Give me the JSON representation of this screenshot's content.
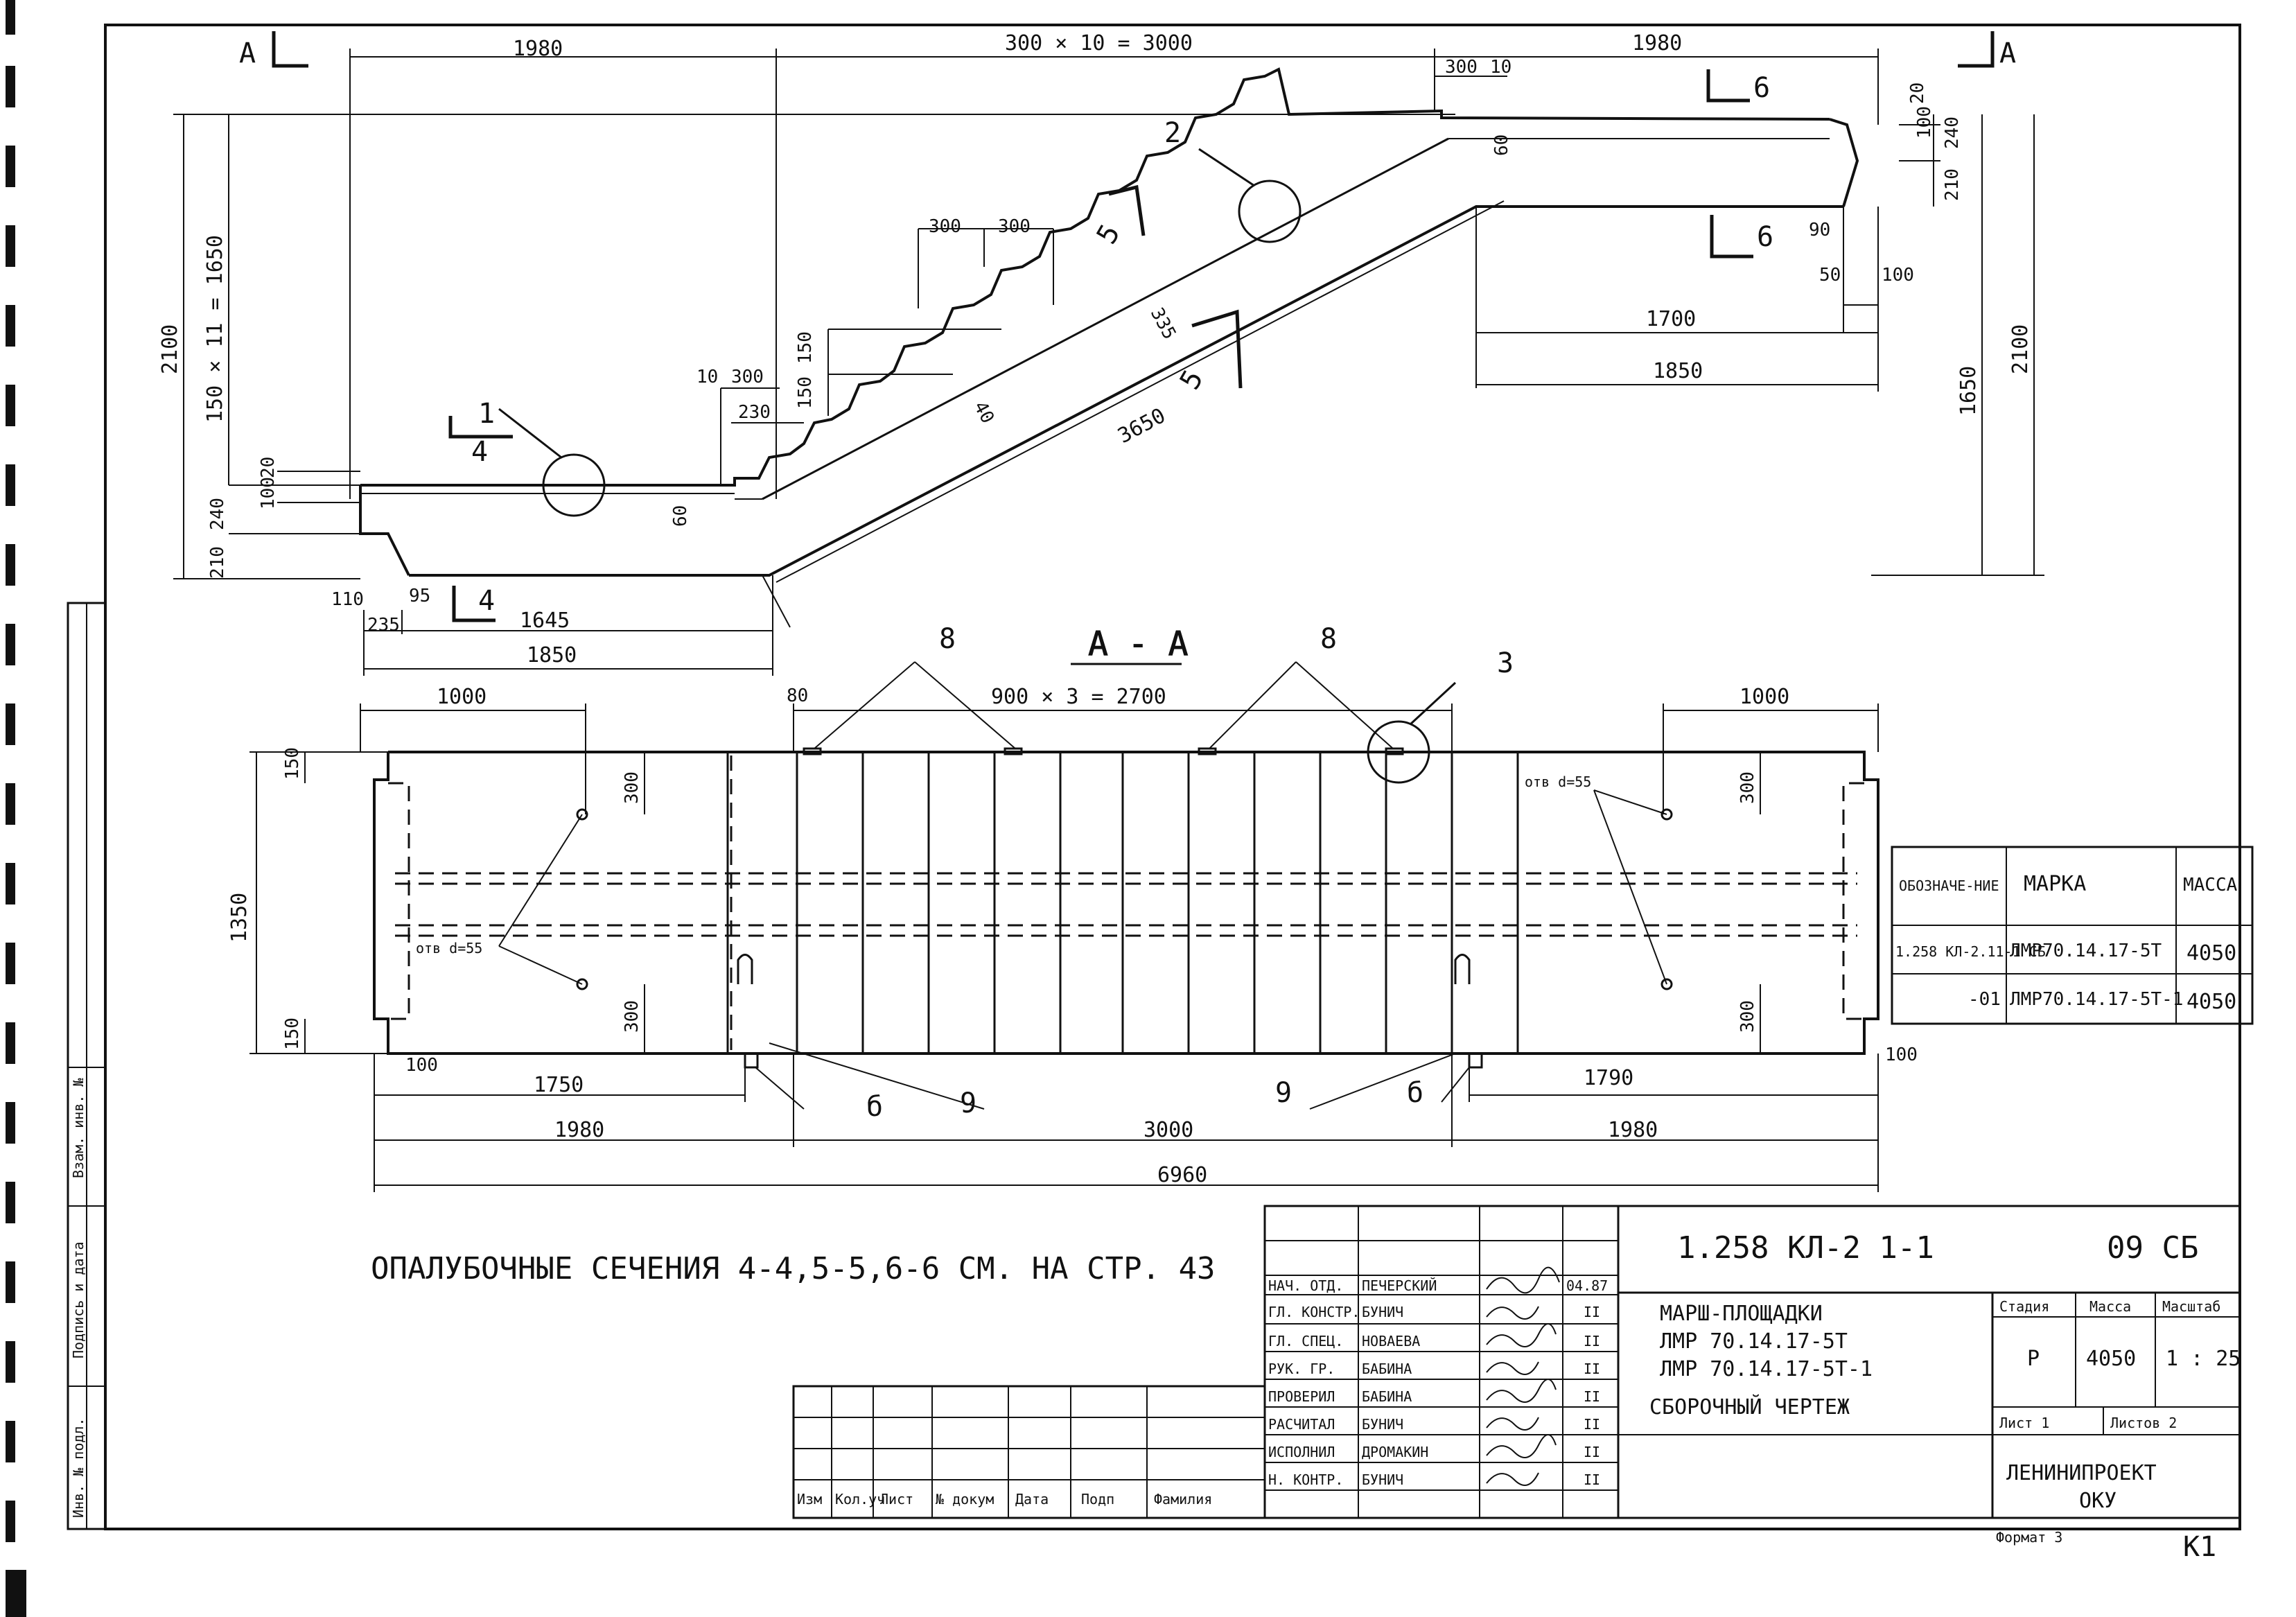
{
  "sections": {
    "view_a_left": "А",
    "view_a_right": "А",
    "aa_title": "А - А",
    "s4": "4",
    "s5": "5",
    "s6": "6"
  },
  "callouts": {
    "c1": "1",
    "c2": "2",
    "c3": "3",
    "c8a": "8",
    "c8b": "8",
    "c9a": "9",
    "c9b": "9",
    "c6a": "б",
    "c6b": "б"
  },
  "dims_top": {
    "left_landing": "1980",
    "flight": "300 × 10 = 3000",
    "right_landing": "1980",
    "d300_10": "300",
    "d10": "10",
    "h2100_left": "2100",
    "h1650_left": "150 × 11 = 1650",
    "h2100_right": "2100",
    "h1650_right": "1650",
    "d240_l": "240",
    "d100_l": "100",
    "d20_l": "20",
    "d210_l": "210",
    "d240_r": "240",
    "d100_r": "100",
    "d20_r": "20",
    "d210_r": "210",
    "d110": "110",
    "d95": "95",
    "d235": "235",
    "d1645": "1645",
    "d1850_l": "1850",
    "d1700": "1700",
    "d1850_r": "1850",
    "d90": "90",
    "d50": "50",
    "d100b": "100",
    "d3650": "3650",
    "d335": "335",
    "d300a": "300",
    "d300b": "300",
    "d300c": "300",
    "d230": "230",
    "d150a": "150",
    "d150b": "150",
    "d60_l": "60",
    "d60_r": "60",
    "d40": "40",
    "d10b": "10"
  },
  "dims_plan": {
    "left1000": "1000",
    "right1000": "1000",
    "d80": "80",
    "middle": "900 × 3 = 2700",
    "d1350": "1350",
    "d150_top": "150",
    "d150_bot": "150",
    "d300_lt": "300",
    "d300_lb": "300",
    "d300_rt": "300",
    "d300_rb": "300",
    "hole_left": "отв d=55",
    "hole_right": "отв d=55",
    "d100_l": "100",
    "d100_r": "100",
    "d1750": "1750",
    "d1790": "1790",
    "d1980_l": "1980",
    "d3000": "3000",
    "d1980_r": "1980",
    "d6960": "6960"
  },
  "marks_table": {
    "headers": [
      "ОБОЗНАЧЕ-НИЕ",
      "МАРКА",
      "МАССА"
    ],
    "rows": [
      [
        "1.258 КЛ-2.11-1 СБ",
        "ЛМР70.14.17-5Т",
        "4050"
      ],
      [
        "-01",
        "ЛМР70.14.17-5Т-1",
        "4050"
      ]
    ]
  },
  "note": "ОПАЛУБОЧНЫЕ СЕЧЕНИЯ 4-4,5-5,6-6 СМ. НА СТР. 43",
  "title_block": {
    "code": "1.258 КЛ-2    1-1",
    "sheet_code": "09 СБ",
    "name_lines": [
      "МАРШ-ПЛОЩАДКИ",
      "ЛМР 70.14.17-5Т",
      "ЛМР 70.14.17-5Т-1",
      "СБОРОЧНЫЙ ЧЕРТЕЖ"
    ],
    "col_headers": [
      "Стадия",
      "Масса",
      "Масштаб"
    ],
    "stage": "Р",
    "mass": "4050",
    "scale": "1 : 25",
    "sheet_label": "Лист 1",
    "sheets_label": "Листов 2",
    "org_line1": "ЛЕНИНИПРОЕКТ",
    "org_line2": "ОКУ",
    "format": "Формат 3",
    "corner_mark": "К1",
    "signatures": [
      [
        "НАЧ. ОТД.",
        "ПЕЧЕРСКИЙ",
        "04.87"
      ],
      [
        "ГЛ. КОНСТР.",
        "БУНИЧ",
        "II"
      ],
      [
        "ГЛ. СПЕЦ.",
        "НОВАЕВА",
        "II"
      ],
      [
        "РУК. ГР.",
        "БАБИНА",
        "II"
      ],
      [
        "ПРОВЕРИЛ",
        "БАБИНА",
        "II"
      ],
      [
        "РАСЧИТАЛ",
        "БУНИЧ",
        "II"
      ],
      [
        "ИСПОЛНИЛ",
        "ДРОМАКИН",
        "II"
      ],
      [
        "Н. КОНТР.",
        "БУНИЧ",
        "II"
      ]
    ],
    "revision_headers": [
      "Изм",
      "Кол.уч",
      "Лист",
      "№ докум",
      "Дата",
      "Подп",
      "Фамилия"
    ]
  },
  "side_stamp": {
    "labels": [
      "Инв. № подл.",
      "Подпись и дата",
      "Взам. инв. №"
    ]
  }
}
